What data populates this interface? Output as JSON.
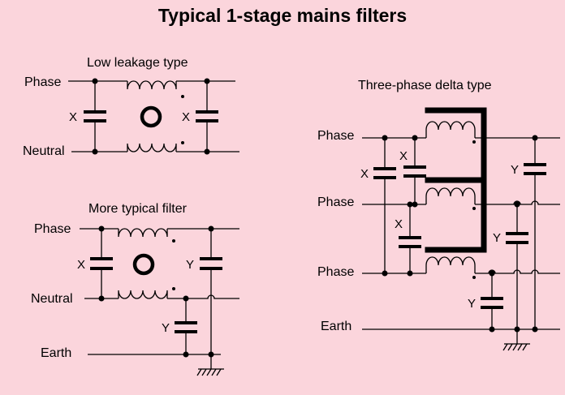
{
  "title": "Typical 1-stage mains filters",
  "low_leakage": {
    "heading": "Low leakage type",
    "phase_label": "Phase",
    "neutral_label": "Neutral",
    "cap_x_left": "X",
    "cap_x_right": "X"
  },
  "more_typical": {
    "heading": "More typical filter",
    "phase_label": "Phase",
    "neutral_label": "Neutral",
    "earth_label": "Earth",
    "cap_x": "X",
    "cap_y_top": "Y",
    "cap_y_bottom": "Y"
  },
  "three_phase": {
    "heading": "Three-phase delta type",
    "phase1_label": "Phase",
    "phase2_label": "Phase",
    "phase3_label": "Phase",
    "earth_label": "Earth",
    "cap_x_left": "X",
    "cap_x_mid1": "X",
    "cap_x_mid2": "X",
    "cap_y1": "Y",
    "cap_y2": "Y",
    "cap_y3": "Y"
  }
}
